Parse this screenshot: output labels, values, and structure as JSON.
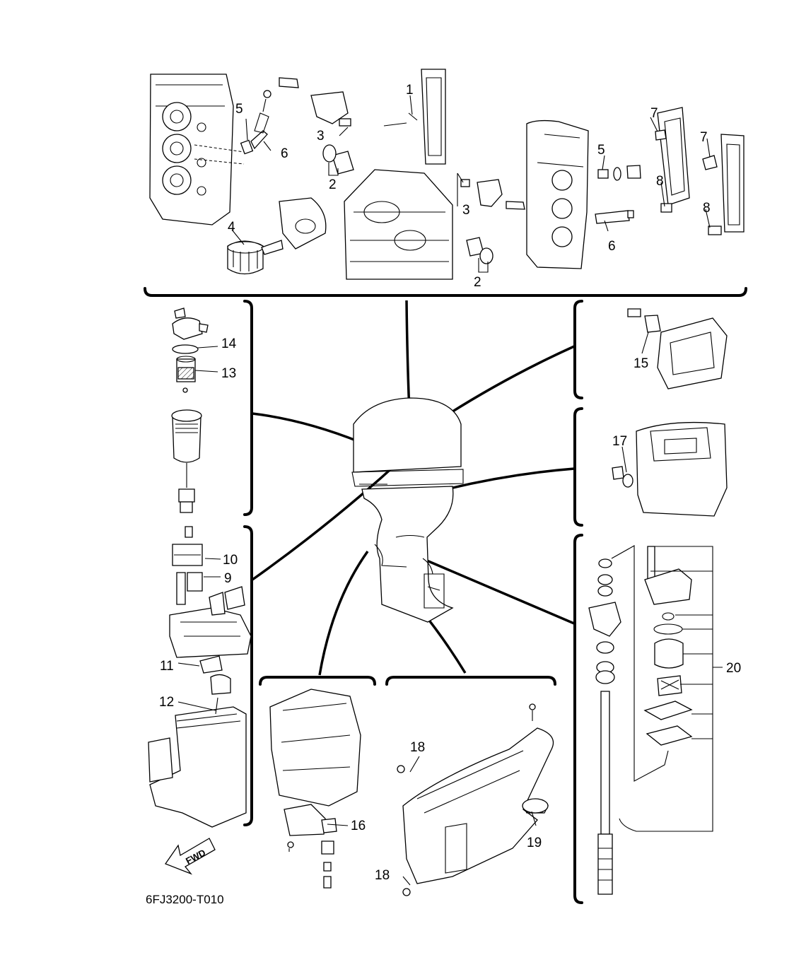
{
  "diagram": {
    "drawing_code": "6FJ3200-T010",
    "fwd_label": "FWD",
    "callouts": {
      "c1": "1",
      "c2a": "2",
      "c2b": "2",
      "c3a": "3",
      "c3b": "3",
      "c4": "4",
      "c5a": "5",
      "c5b": "5",
      "c6a": "6",
      "c6b": "6",
      "c7a": "7",
      "c7b": "7",
      "c8a": "8",
      "c8b": "8",
      "c9": "9",
      "c10": "10",
      "c11": "11",
      "c12": "12",
      "c13": "13",
      "c14": "14",
      "c15": "15",
      "c16": "16",
      "c17": "17",
      "c18a": "18",
      "c18b": "18",
      "c19": "19",
      "c20": "20"
    }
  }
}
